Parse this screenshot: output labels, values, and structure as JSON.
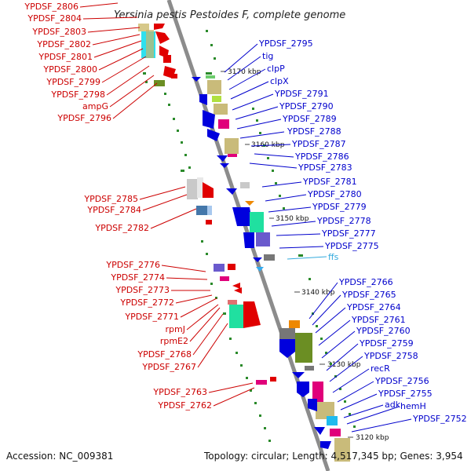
{
  "title": "Yersinia pestis Pestoides F, complete genome",
  "footer": {
    "accession": "Accession: NC_009381",
    "summary": "Topology: circular; Length: 4,517,345 bp; Genes: 3,954"
  },
  "colors": {
    "left_label": "#cc0000",
    "right_label": "#0000cc",
    "rna_label": "#33aadd",
    "backbone": "#888888",
    "tick": "#228822"
  },
  "axis_ticks": [
    "3170 kbp",
    "3160 kbp",
    "3150 kbp",
    "3140 kbp",
    "3130 kbp",
    "3120 kbp"
  ],
  "left_labels": [
    "YPDSF_2806",
    "YPDSF_2804",
    "YPDSF_2803",
    "YPDSF_2802",
    "YPDSF_2801",
    "YPDSF_2800",
    "YPDSF_2799",
    "YPDSF_2798",
    "ampG",
    "YPDSF_2796",
    "YPDSF_2785",
    "YPDSF_2784",
    "YPDSF_2782",
    "YPDSF_2776",
    "YPDSF_2774",
    "YPDSF_2773",
    "YPDSF_2772",
    "YPDSF_2771",
    "rpmJ",
    "rpmE2",
    "YPDSF_2768",
    "YPDSF_2767",
    "YPDSF_2763",
    "YPDSF_2762"
  ],
  "right_labels": [
    "YPDSF_2795",
    "tig",
    "clpP",
    "clpX",
    "YPDSF_2791",
    "YPDSF_2790",
    "YPDSF_2789",
    "YPDSF_2788",
    "YPDSF_2787",
    "YPDSF_2786",
    "YPDSF_2783",
    "YPDSF_2781",
    "YPDSF_2780",
    "YPDSF_2779",
    "YPDSF_2778",
    "YPDSF_2777",
    "YPDSF_2775",
    "ffs",
    "YPDSF_2766",
    "YPDSF_2765",
    "YPDSF_2764",
    "YPDSF_2761",
    "YPDSF_2760",
    "YPDSF_2759",
    "YPDSF_2758",
    "recR",
    "YPDSF_2756",
    "YPDSF_2755",
    "adk",
    "hemH",
    "YPDSF_2752"
  ]
}
